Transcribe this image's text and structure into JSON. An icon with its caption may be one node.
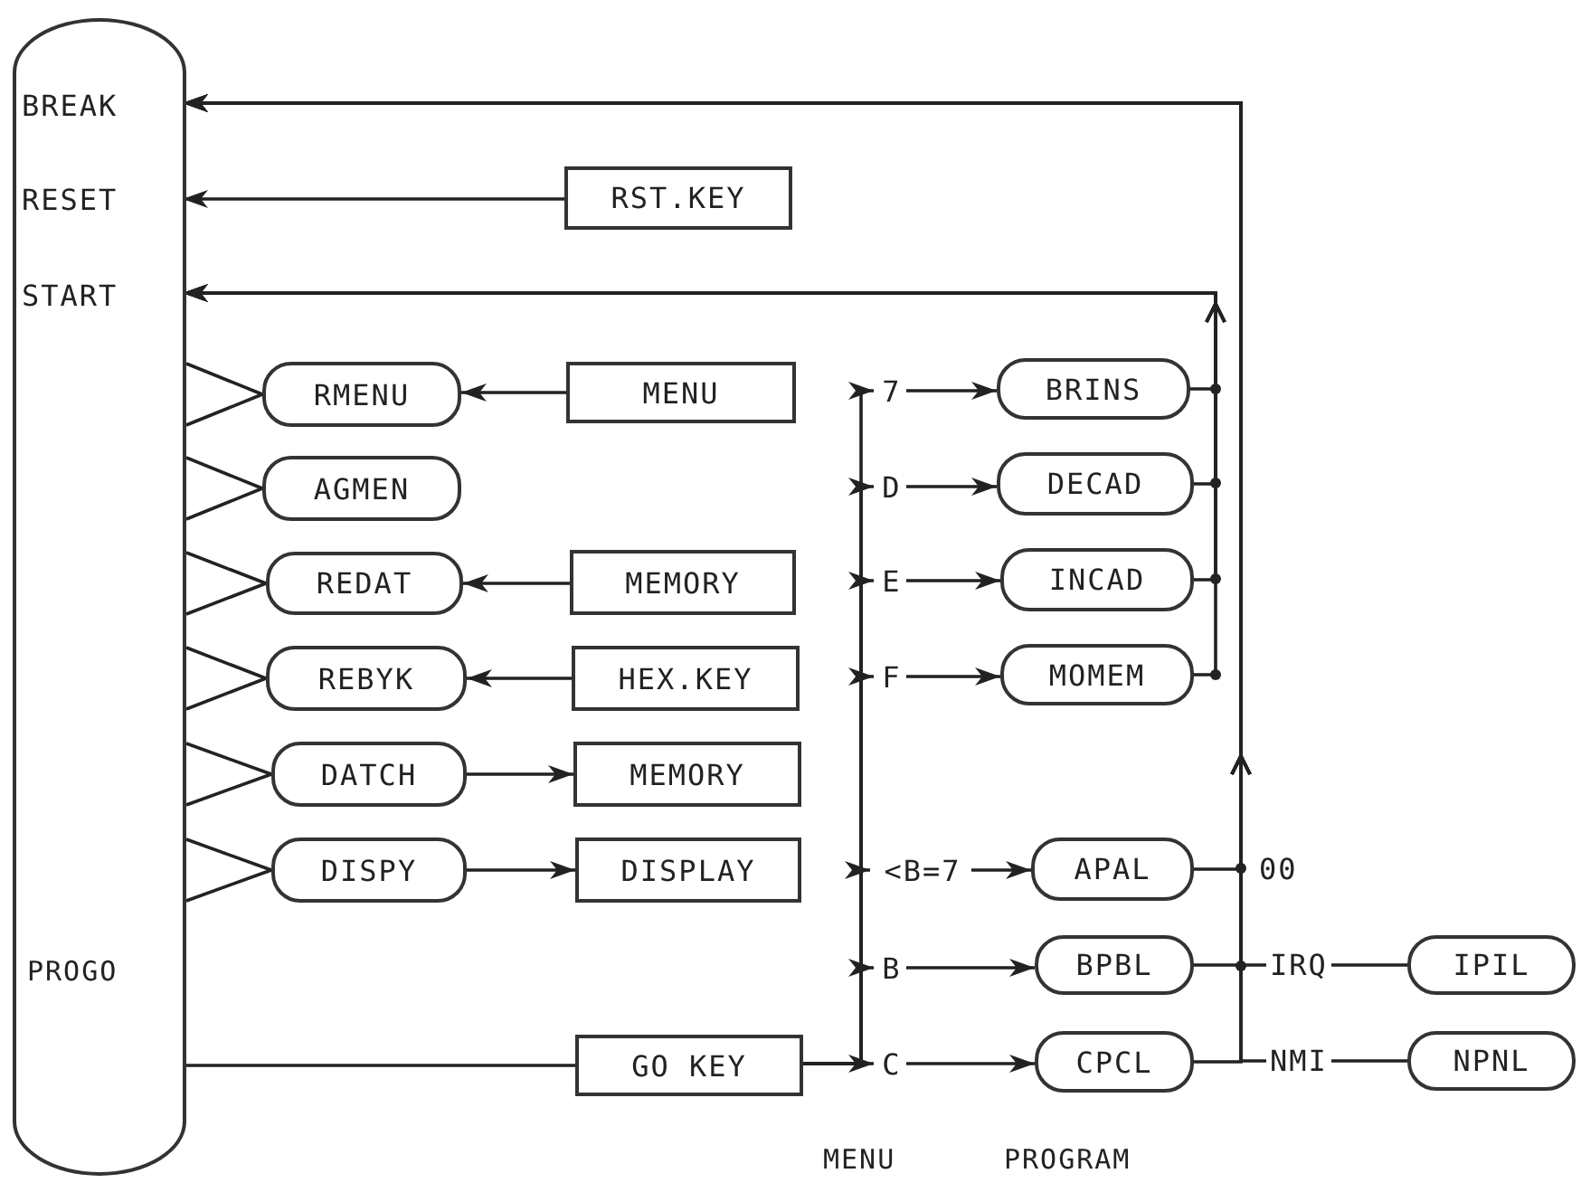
{
  "diagram": {
    "nodes": [
      {
        "text": [
          "PROGO"
        ]
      },
      {
        "text": [
          "BREAK"
        ],
        "in": 0
      },
      {
        "text": [
          "RESET"
        ],
        "in": 0
      },
      {
        "text": [
          "START"
        ],
        "in": 0
      },
      {
        "text": [
          "RST.KEY"
        ]
      },
      {
        "text": [
          "RMENU"
        ]
      },
      {
        "text": [
          "MENU"
        ]
      },
      {
        "text": [
          "AGMEN"
        ]
      },
      {
        "text": [
          "REDAT"
        ]
      },
      {
        "text": [
          "MEMORY"
        ]
      },
      {
        "text": [
          "REBYK"
        ]
      },
      {
        "text": [
          "HEX.KEY"
        ]
      },
      {
        "text": [
          "DATCH"
        ]
      },
      {
        "text": [
          "MEMORY"
        ]
      },
      {
        "text": [
          "DISPY"
        ]
      },
      {
        "text": [
          "DISPLAY"
        ]
      },
      {
        "text": [
          "GO KEY"
        ]
      },
      {
        "text": [
          "7"
        ]
      },
      {
        "text": [
          "D"
        ]
      },
      {
        "text": [
          "E"
        ]
      },
      {
        "text": [
          "F"
        ]
      },
      {
        "text": [
          "<B=7"
        ]
      },
      {
        "text": [
          "B"
        ]
      },
      {
        "text": [
          "C"
        ]
      },
      {
        "text": [
          "BRINS"
        ]
      },
      {
        "text": [
          "DECAD"
        ]
      },
      {
        "text": [
          "INCAD"
        ]
      },
      {
        "text": [
          "MOMEM"
        ]
      },
      {
        "text": [
          "APAL"
        ]
      },
      {
        "text": [
          "BPBL"
        ]
      },
      {
        "text": [
          "CPCL"
        ]
      },
      {
        "text": [
          "IPIL"
        ]
      },
      {
        "text": [
          "NPNL"
        ]
      }
    ],
    "edges": [
      {
        "from": 4,
        "to": 2,
        "arrow": "to"
      },
      {
        "from": 6,
        "to": 5,
        "arrow": "to"
      },
      {
        "from": 9,
        "to": 8,
        "arrow": "to"
      },
      {
        "from": 11,
        "to": 10,
        "arrow": "to"
      },
      {
        "from": 12,
        "to": 13,
        "arrow": "to"
      },
      {
        "from": 14,
        "to": 15,
        "arrow": "to"
      },
      {
        "from": 0,
        "to": 5,
        "arrow": "none"
      },
      {
        "from": 0,
        "to": 7,
        "arrow": "none"
      },
      {
        "from": 0,
        "to": 8,
        "arrow": "none"
      },
      {
        "from": 0,
        "to": 10,
        "arrow": "none"
      },
      {
        "from": 0,
        "to": 12,
        "arrow": "none"
      },
      {
        "from": 0,
        "to": 14,
        "arrow": "none"
      },
      {
        "from": 0,
        "to": 16,
        "arrow": "none"
      },
      {
        "from": 16,
        "to": 17,
        "arrow": "to"
      },
      {
        "from": 16,
        "to": 18,
        "arrow": "to"
      },
      {
        "from": 16,
        "to": 19,
        "arrow": "to"
      },
      {
        "from": 16,
        "to": 20,
        "arrow": "to"
      },
      {
        "from": 16,
        "to": 21,
        "arrow": "to"
      },
      {
        "from": 16,
        "to": 22,
        "arrow": "to"
      },
      {
        "from": 16,
        "to": 23,
        "arrow": "to"
      },
      {
        "from": 17,
        "to": 24,
        "arrow": "to"
      },
      {
        "from": 18,
        "to": 25,
        "arrow": "to"
      },
      {
        "from": 19,
        "to": 26,
        "arrow": "to"
      },
      {
        "from": 20,
        "to": 27,
        "arrow": "to"
      },
      {
        "from": 21,
        "to": 28,
        "arrow": "to"
      },
      {
        "from": 22,
        "to": 29,
        "arrow": "to"
      },
      {
        "from": 23,
        "to": 30,
        "arrow": "to"
      },
      {
        "from": 24,
        "to": 3,
        "arrow": "to"
      },
      {
        "from": 25,
        "to": 3,
        "arrow": "to"
      },
      {
        "from": 26,
        "to": 3,
        "arrow": "to"
      },
      {
        "from": 27,
        "to": 3,
        "arrow": "to"
      },
      {
        "from": 28,
        "to": 1,
        "arrow": "to",
        "label": "00"
      },
      {
        "from": 29,
        "to": 1,
        "arrow": "to"
      },
      {
        "from": 30,
        "to": 1,
        "arrow": "to"
      },
      {
        "from": 31,
        "to": 1,
        "arrow": "to",
        "label": "IRQ"
      },
      {
        "from": 32,
        "to": 1,
        "arrow": "to",
        "label": "NMI"
      }
    ],
    "labels": [
      "MENU",
      "PROGRAM"
    ]
  }
}
